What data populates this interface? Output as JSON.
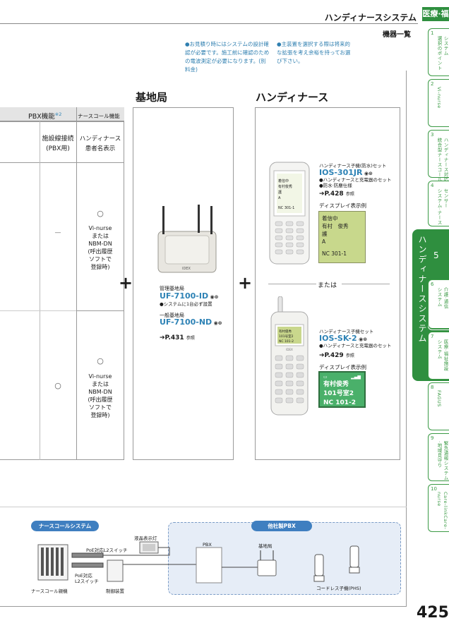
{
  "header": {
    "title": "ハンディナースシステム",
    "badge": "医療·福祉",
    "subtitle": "機器一覧"
  },
  "notes": [
    "●お見積り時にはシステムの設計確認が必要です。施工前に確認のための電波測定が必要になります。(別料金)",
    "●主装置を選択する際は将来的な拡張を考え余裕を持ってお選び下さい。"
  ],
  "sections": {
    "base": "基地局",
    "handy": "ハンディナース"
  },
  "table": {
    "group_header": "PBX機能",
    "group_sup": "※2",
    "col_nurse_call": "ナースコール機能",
    "col1": "施設線接続\n(PBX用)",
    "col2": "ハンディナース\n患者名表示",
    "row1_col1": "—",
    "row1_col2_mark": "○",
    "row1_col2_note": "Vi-nurse\nまたは\nNBM-DN\n(呼出履歴\nソフトで\n登録時)",
    "row2_col1": "○",
    "row2_col2_mark": "○",
    "row2_col2_note": "Vi-nurse\nまたは\nNBM-DN\n(呼出履歴\nソフトで\n登録時)"
  },
  "base_station": {
    "mgmt_label": "管理基地局",
    "mgmt_model": "UF-7100-ID",
    "mgmt_note": "●システムに1台必ず設置",
    "gen_label": "一般基地局",
    "gen_model": "UF-7100-ND",
    "ref": "➔P.431",
    "ref_suffix": "参照",
    "device_logo": "IDEX"
  },
  "handset1": {
    "label": "ハンディナース子機(防水)セット",
    "model": "IOS-301JR",
    "note1": "●ハンディナースと充電器のセット",
    "note2": "●防水·防塵仕様",
    "ref": "➔P.428",
    "ref_suffix": "参照",
    "display_label": "ディスプレイ表示例",
    "lcd_lines": [
      "着信中",
      "有村　俊秀",
      "護",
      "A",
      "",
      "NC 301-1"
    ],
    "phone_lines": [
      "着信中",
      "有村俊秀",
      "護",
      "A",
      "NC 301-1"
    ]
  },
  "handset2": {
    "label": "ハンディナース子機セット",
    "model": "IOS-SK-2",
    "note1": "●ハンディナースと充電器のセット",
    "ref": "➔P.429",
    "ref_suffix": "参照",
    "display_label": "ディスプレイ表示例",
    "lcd_lines": [
      "有村俊秀",
      "101号室2",
      "NC 101-2"
    ],
    "phone_lines": [
      "有村俊秀",
      "101号室2",
      "NC 101-2"
    ],
    "phone_logo": "IDEX"
  },
  "or_text": "または",
  "plus": "+",
  "diagram": {
    "nurse_system": "ナースコールシステム",
    "other_pbx": "他社製PBX",
    "lcd_light": "液晶表示灯",
    "poe_switch_top": "PoE対応L2スイッチ",
    "poe_switch_bottom": "PoE対応\nL2スイッチ",
    "master": "ナースコール親機",
    "controller": "制御装置",
    "pbx": "PBX",
    "base": "基地局",
    "cordless": "コードレス子機(PHS)"
  },
  "tabs": [
    {
      "num": "1",
      "label": "ナースコール\nシステム\n選択のポイント"
    },
    {
      "num": "2",
      "label": "Vi-nurse"
    },
    {
      "num": "3",
      "label": "ハンディナース対応\n統合型ナースコール"
    },
    {
      "num": "4",
      "label": "センサー\nシステム·ナース"
    },
    {
      "num": "6",
      "label": "介護·通信\nシステム"
    },
    {
      "num": "7",
      "label": "医療·福祉施設\nシステム"
    },
    {
      "num": "8",
      "label": "FAGUS"
    },
    {
      "num": "9",
      "label": "緊急通報システム\n·地域見守り"
    },
    {
      "num": "10",
      "label": "Care-linkCare-nurse"
    }
  ],
  "active_tab": {
    "label": "ハンディナースシステム",
    "num": "5"
  },
  "page_number": "425"
}
